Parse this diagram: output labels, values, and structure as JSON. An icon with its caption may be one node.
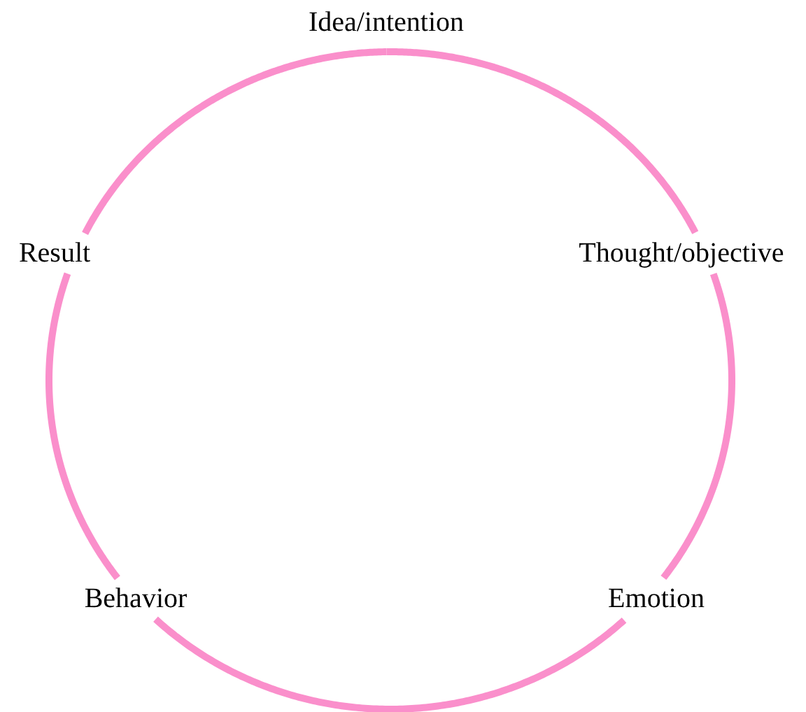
{
  "diagram": {
    "nodes": [
      {
        "text": [
          "Idea/intention"
        ]
      },
      {
        "text": [
          "Thought/objective"
        ]
      },
      {
        "text": [
          "Emotion"
        ]
      },
      {
        "text": [
          "Behavior"
        ]
      },
      {
        "text": [
          "Result"
        ]
      }
    ],
    "edges": [
      {
        "from": 0,
        "to": 1,
        "arrow": "none"
      },
      {
        "from": 1,
        "to": 2,
        "arrow": "none"
      },
      {
        "from": 2,
        "to": 3,
        "arrow": "none"
      },
      {
        "from": 3,
        "to": 4,
        "arrow": "none"
      },
      {
        "from": 4,
        "to": 0,
        "arrow": "none"
      }
    ]
  }
}
